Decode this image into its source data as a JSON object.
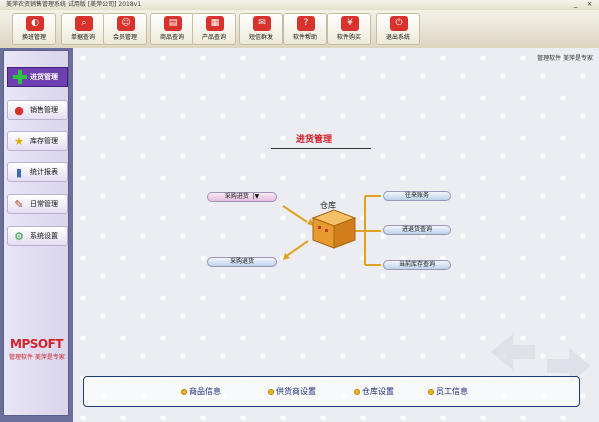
{
  "window": {
    "title": "美萍农资销售管理系统 试用版 [美萍公司] 2018v1",
    "minimize_glyph": "_",
    "close_glyph": "×"
  },
  "toolbar": {
    "items": [
      {
        "label": "换班管理",
        "icon": "shift-icon",
        "color": "#d8322c"
      },
      {
        "label": "单据查询",
        "icon": "search-icon",
        "color": "#d8322c"
      },
      {
        "label": "会员管理",
        "icon": "member-icon",
        "color": "#d8322c"
      },
      {
        "label": "商品查询",
        "icon": "goods-icon",
        "color": "#d8322c"
      },
      {
        "label": "产品查询",
        "icon": "product-icon",
        "color": "#d8322c"
      },
      {
        "label": "短信群发",
        "icon": "sms-icon",
        "color": "#d8322c"
      },
      {
        "label": "软件帮助",
        "icon": "help-icon",
        "color": "#d8322c"
      },
      {
        "label": "软件购买",
        "icon": "buy-icon",
        "color": "#d8322c"
      },
      {
        "label": "退出系统",
        "icon": "exit-icon",
        "color": "#d8322c"
      }
    ]
  },
  "sidebar": {
    "active_label": "进货管理",
    "items": [
      {
        "label": "销售管理",
        "icon": "sales-icon",
        "glyph": "●",
        "color": "#d8322c"
      },
      {
        "label": "库存管理",
        "icon": "star-icon",
        "glyph": "★",
        "color": "#e6a800"
      },
      {
        "label": "统计报表",
        "icon": "report-icon",
        "glyph": "▮",
        "color": "#3b6cc2"
      },
      {
        "label": "日常管理",
        "icon": "daily-icon",
        "glyph": "✎",
        "color": "#c0392b"
      },
      {
        "label": "系统设置",
        "icon": "settings-icon",
        "glyph": "⚙",
        "color": "#2e9d3e"
      }
    ],
    "logo_letters": "MPSOFT",
    "logo_tagline": "管理软件 美萍是专家"
  },
  "main": {
    "top_right_text": "管理软件 美萍是专家",
    "page_title": "进货管理",
    "store_label": "仓库",
    "left_buttons": {
      "purchase_in": "采购进货",
      "purchase_return": "采购退货"
    },
    "right_buttons": {
      "accounts": "往来账务",
      "return_query": "进退货查询",
      "stock_query": "当前库存查询"
    }
  },
  "bottom_links": [
    {
      "label": "商品信息"
    },
    {
      "label": "供货商设置"
    },
    {
      "label": "仓库设置"
    },
    {
      "label": "员工信息"
    }
  ],
  "colors": {
    "accent": "#d2232a",
    "sidebar_active": "#6e3fb0",
    "link": "#1a2a78"
  }
}
